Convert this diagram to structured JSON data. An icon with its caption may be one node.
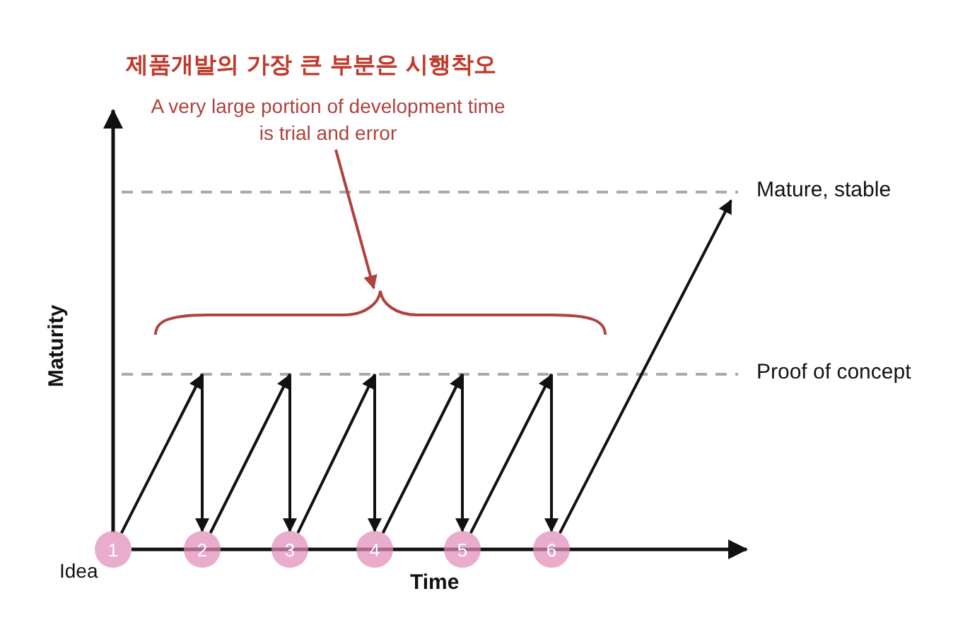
{
  "diagram": {
    "title": "제품개발의 가장 큰 부분은 시행착오",
    "nodes": [
      {
        "text": [
          "A very large portion of development time is trial and error"
        ]
      },
      {
        "text": [],
        "shape": "brace"
      },
      {
        "text": [
          "1"
        ],
        "beside": [
          "Idea"
        ]
      },
      {
        "text": [
          "2"
        ]
      },
      {
        "text": [
          "3"
        ]
      },
      {
        "text": [
          "4"
        ]
      },
      {
        "text": [
          "5"
        ]
      },
      {
        "text": [
          "6"
        ]
      }
    ],
    "edges": [
      {
        "from": 0,
        "to": 1,
        "arrow": "to",
        "color": "#b0413e"
      },
      {
        "from": 2,
        "to": 3,
        "arrow": "to"
      },
      {
        "from": 3,
        "to": 4,
        "arrow": "to"
      },
      {
        "from": 4,
        "to": 5,
        "arrow": "to"
      },
      {
        "from": 5,
        "to": 6,
        "arrow": "to"
      },
      {
        "from": 6,
        "to": 7,
        "arrow": "to"
      },
      {
        "from": 7,
        "to": null,
        "arrow": "to"
      }
    ],
    "labels": [
      "Mature, stable",
      "Maturity",
      "Proof of concept",
      "Time"
    ]
  }
}
